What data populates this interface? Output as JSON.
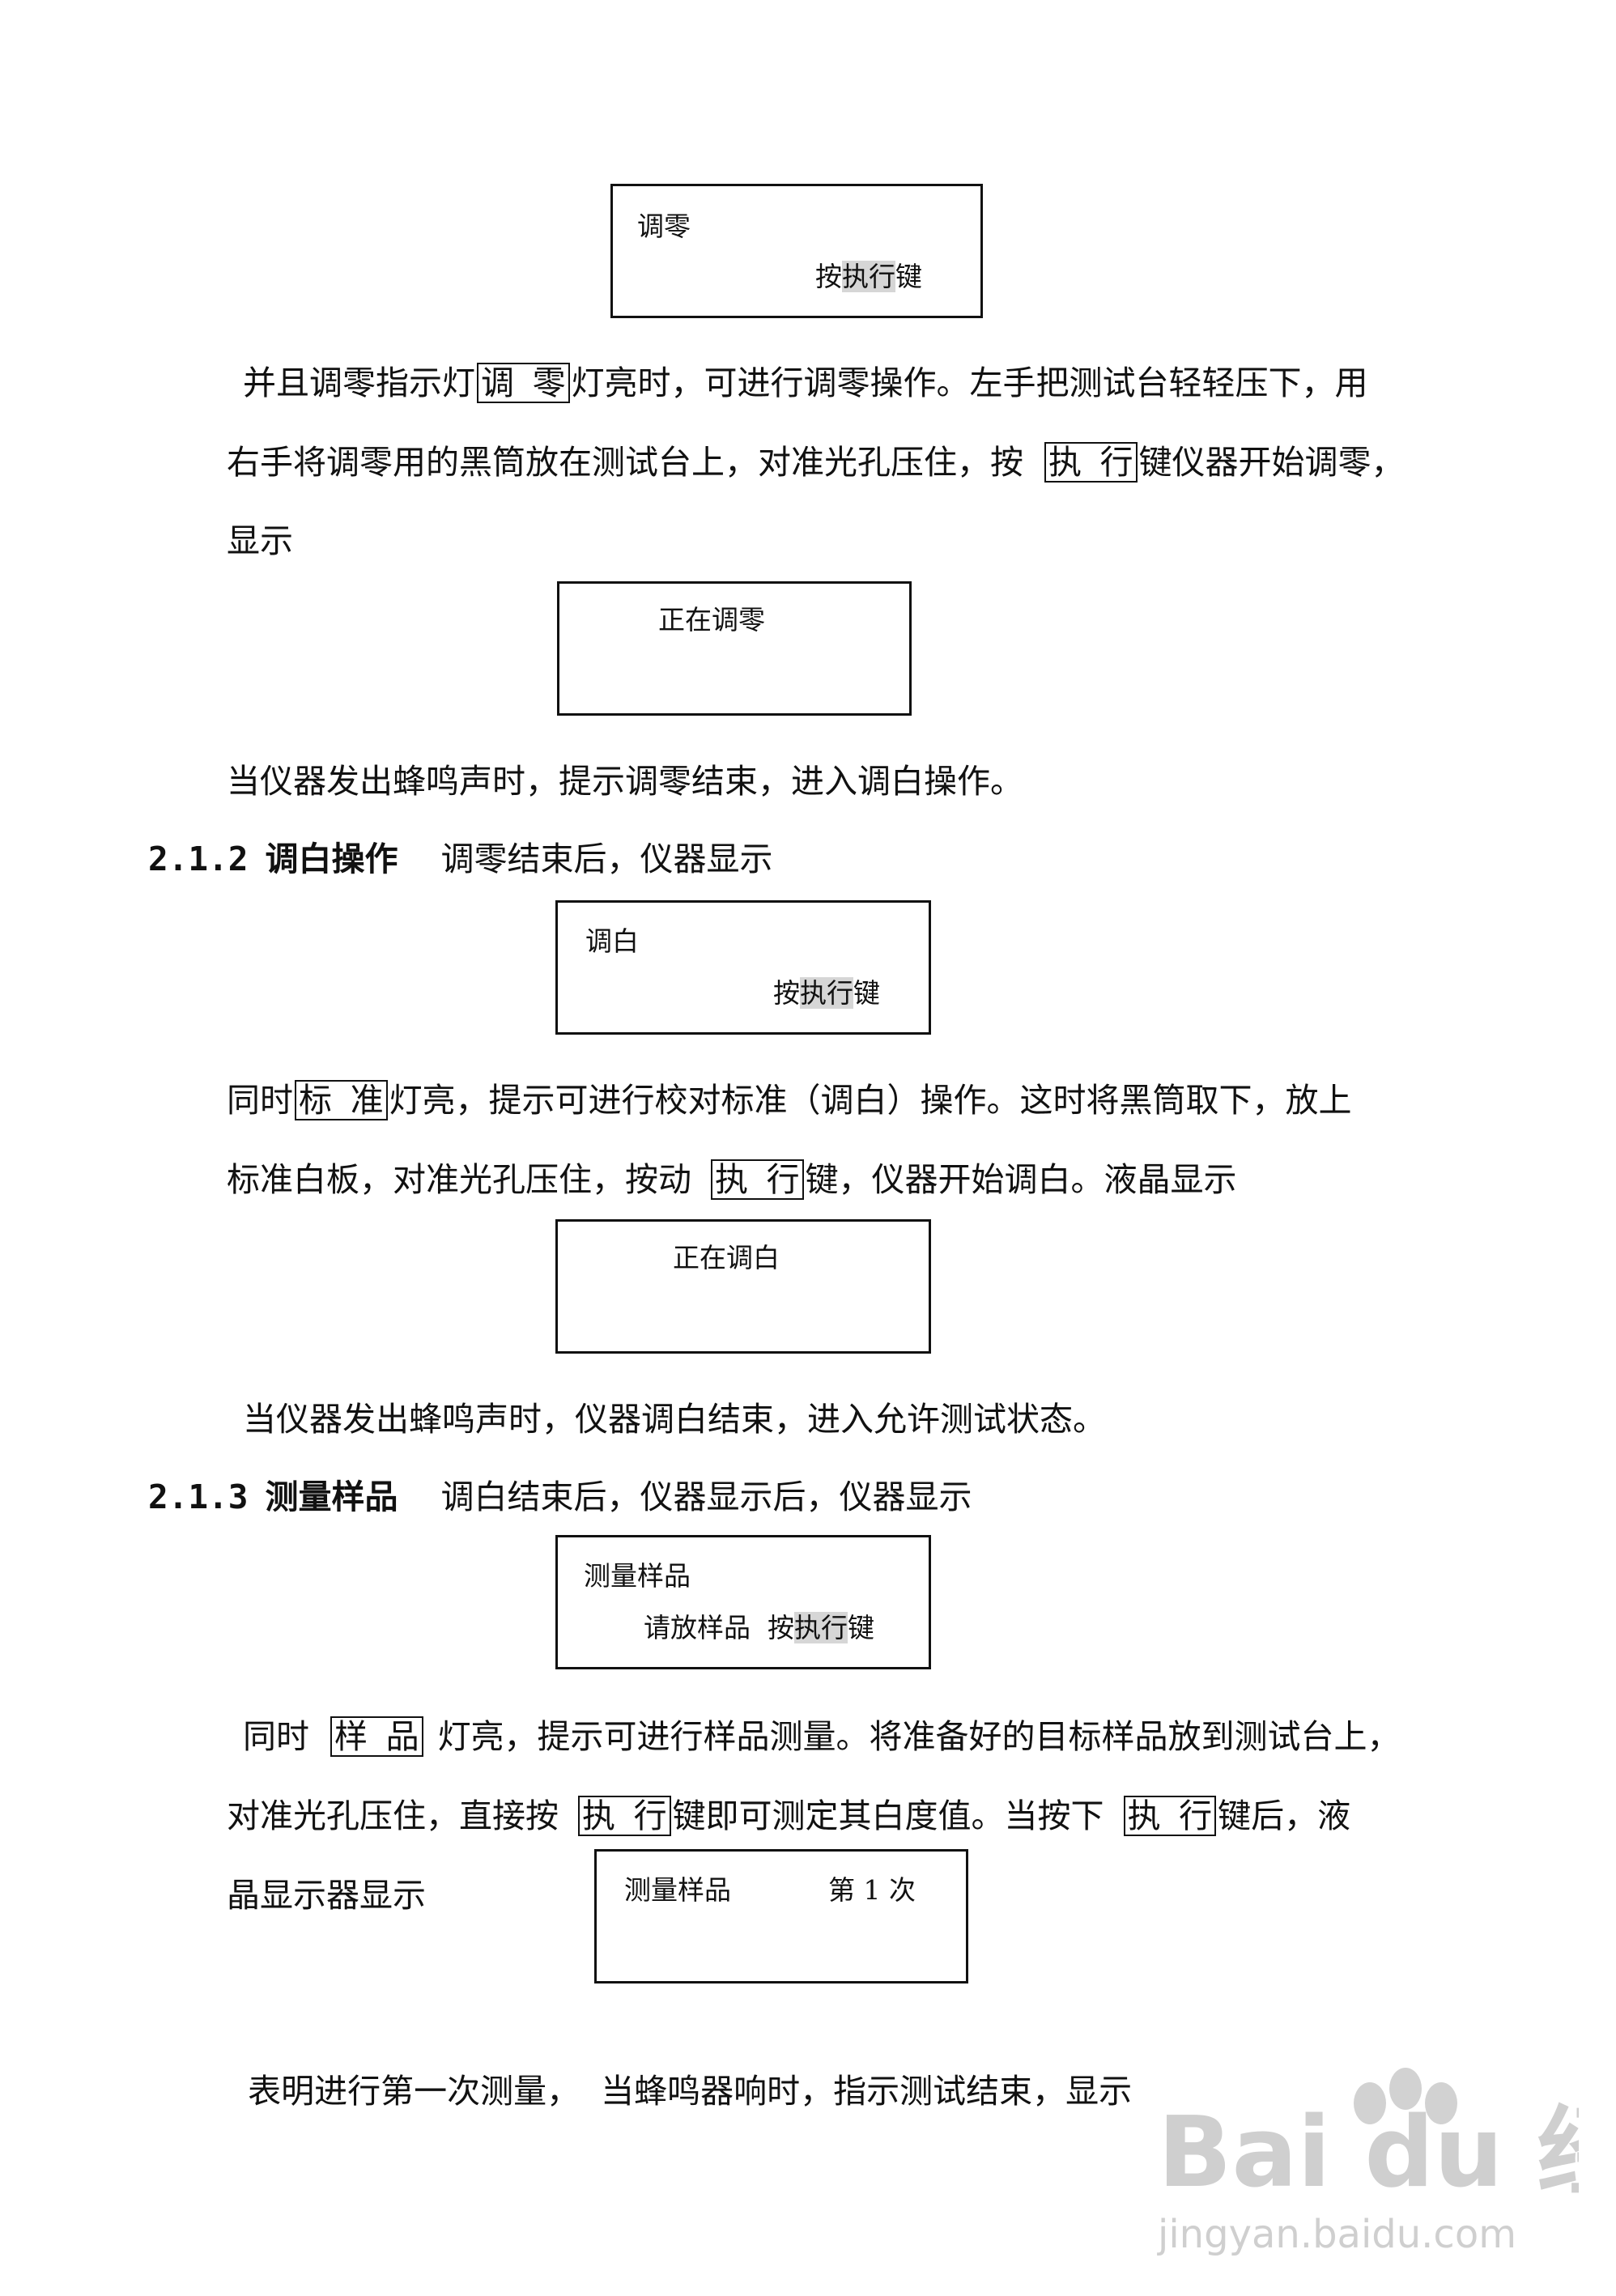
{
  "displays": {
    "zero_prompt": {
      "line1": "调零",
      "line2_pre": "按",
      "line2_hl": "执行",
      "line2_post": "键"
    },
    "zeroing": {
      "line1": "正在调零"
    },
    "white_prompt": {
      "line1": "调白",
      "line2_pre": "按",
      "line2_hl": "执行",
      "line2_post": "键"
    },
    "whitening": {
      "line1": "正在调白"
    },
    "sample_prompt": {
      "line1": "测量样品",
      "line2_pre": "请放样品  按",
      "line2_hl": "执行",
      "line2_post": "键"
    },
    "sample_count": {
      "left": "测量样品",
      "right": "第 1 次"
    }
  },
  "keys": {
    "zero": {
      "a": "调",
      "b": "零"
    },
    "exec": {
      "a": "执",
      "b": "行"
    },
    "standard": {
      "a": "标",
      "b": "准"
    },
    "sample": {
      "a": "样",
      "b": "品"
    }
  },
  "paragraphs": {
    "p1_a": "并且调零指示灯",
    "p1_b": "灯亮时，可进行调零操作。左手把测试台轻轻压下，用",
    "p2_a": "右手将调零用的黑筒放在测试台上，对准光孔压住，按",
    "p2_b": "键仪器开始调零，",
    "p3": "显示",
    "p4": "当仪器发出蜂鸣声时，提示调零结束，进入调白操作。",
    "p5_a": "同时",
    "p5_b": "灯亮，提示可进行校对标准（调白）操作。这时将黑筒取下，放上",
    "p6_a": "标准白板，对准光孔压住，按动",
    "p6_b": "键，仪器开始调白。液晶显示",
    "p7": "当仪器发出蜂鸣声时，仪器调白结束，进入允许测试状态。",
    "p8_a": "同时",
    "p8_b": "灯亮，提示可进行样品测量。将准备好的目标样品放到测试台上，",
    "p9_a": "对准光孔压住，直接按",
    "p9_b": "键即可测定其白度值。当按下",
    "p9_c": "键后，液",
    "p10": "晶显示器显示",
    "p11": "表明进行第一次测量，  当蜂鸣器响时，指示测试结束，显示"
  },
  "headings": {
    "h212": {
      "number": "2.1.2",
      "title": "调白操作",
      "text": "调零结束后，仪器显示"
    },
    "h213": {
      "number": "2.1.3",
      "title": "测量样品",
      "text": "调白结束后，仪器显示后，仪器显示"
    }
  },
  "watermark": {
    "brand": "Bai du 经验",
    "url": "jingyan.baidu.com"
  }
}
